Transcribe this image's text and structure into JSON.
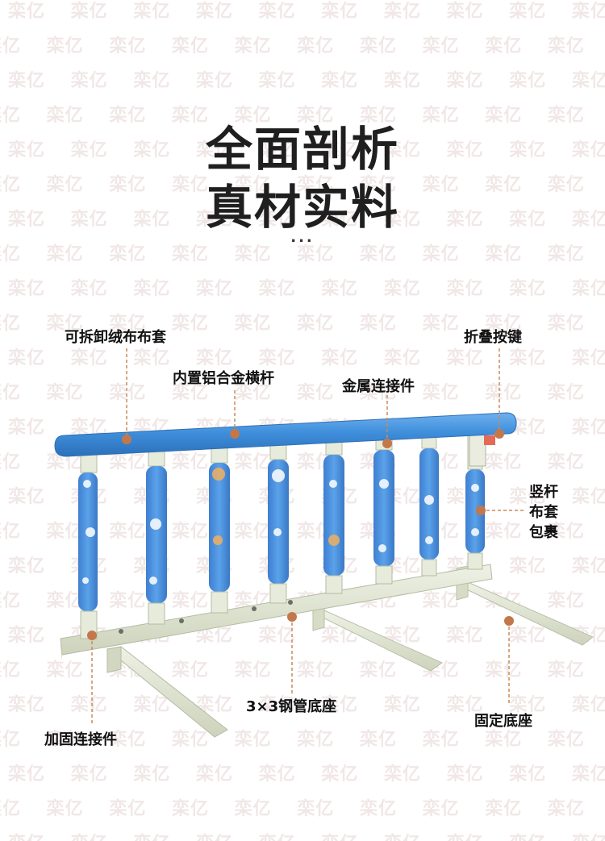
{
  "watermark": "栾亿",
  "headline": {
    "line1": "全面剖析",
    "line2": "真材实料",
    "ellipsis": "..."
  },
  "callouts": {
    "cover": "可拆卸绒布布套",
    "crossbar": "内置铝合金横杆",
    "fold_button": "折叠按键",
    "connector": "金属连接件",
    "rod_cover_line1": "竖杆",
    "rod_cover_line2": "布套",
    "rod_cover_line3": "包裹",
    "steel_base": "3×3钢管底座",
    "reinforce": "加固连接件",
    "fixed_base": "固定底座"
  },
  "colors": {
    "bar_blue": "#3f8fdc",
    "frame": "#dfe4d0",
    "leader": "#c98a5a",
    "dot": "#c2784a"
  }
}
